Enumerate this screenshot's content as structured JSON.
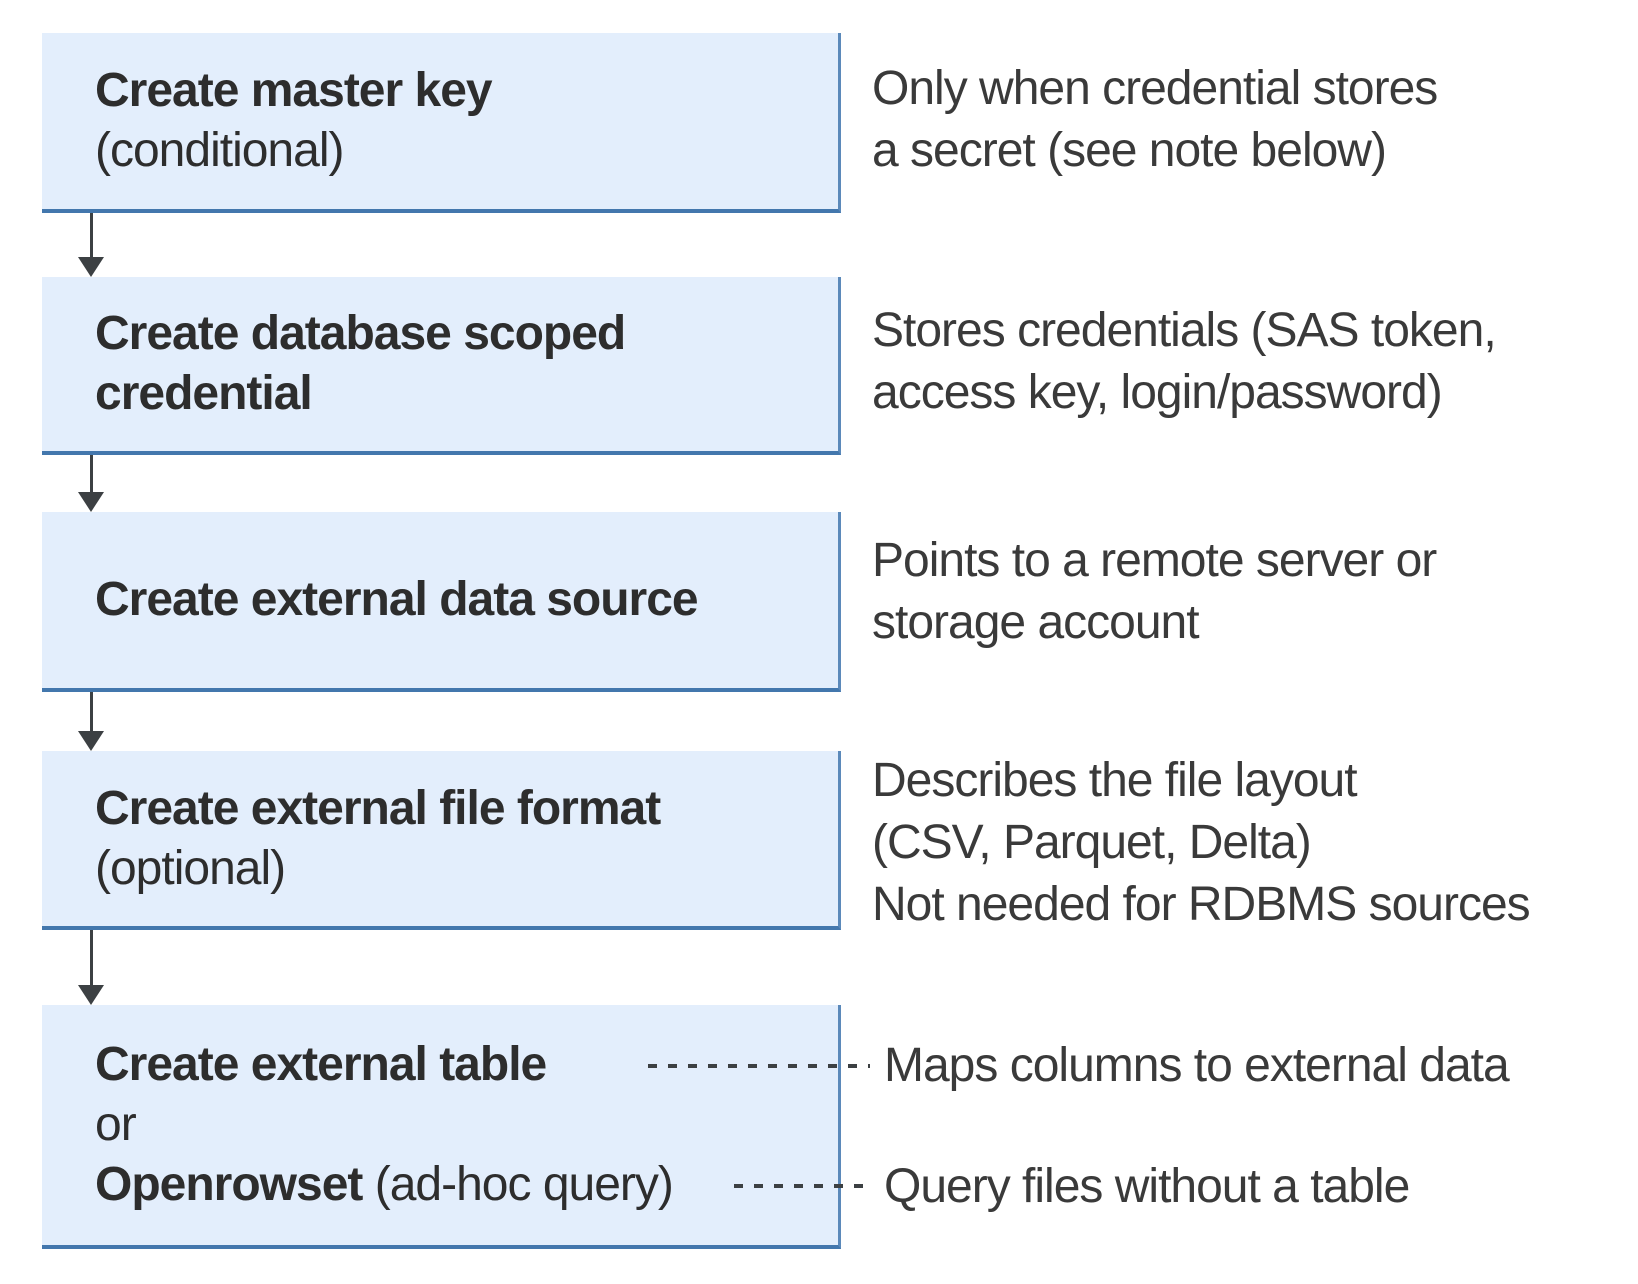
{
  "colors": {
    "box_fill": "#e3eefc",
    "box_border": "#4377ad",
    "box_border_right": "#5b89ba",
    "arrow_gray": "#3c4043",
    "text_dark": "#2d2d2d",
    "text_annotation": "#3a3a3a"
  },
  "steps": [
    {
      "title": "Create master key",
      "subtitle": "(conditional)"
    },
    {
      "title": "Create database scoped credential"
    },
    {
      "title": "Create external data source"
    },
    {
      "title": "Create external file format",
      "subtitle": "(optional)"
    },
    {
      "title": "Create external table",
      "connector_word": "or",
      "alt_title": "Openrowset",
      "alt_suffix": "(ad-hoc query)"
    }
  ],
  "annotations": [
    {
      "lines": [
        "Only when credential stores",
        "a secret (see note below)"
      ]
    },
    {
      "lines": [
        "Stores credentials (SAS token,",
        "access key, login/password)"
      ]
    },
    {
      "lines": [
        "Points to a remote server or",
        "storage account"
      ]
    },
    {
      "lines": [
        "Describes the file layout",
        "(CSV, Parquet, Delta)",
        "Not needed for RDBMS sources"
      ]
    },
    {
      "lines": [
        "Maps columns to external data"
      ]
    },
    {
      "lines": [
        "Query files without a table"
      ]
    }
  ]
}
